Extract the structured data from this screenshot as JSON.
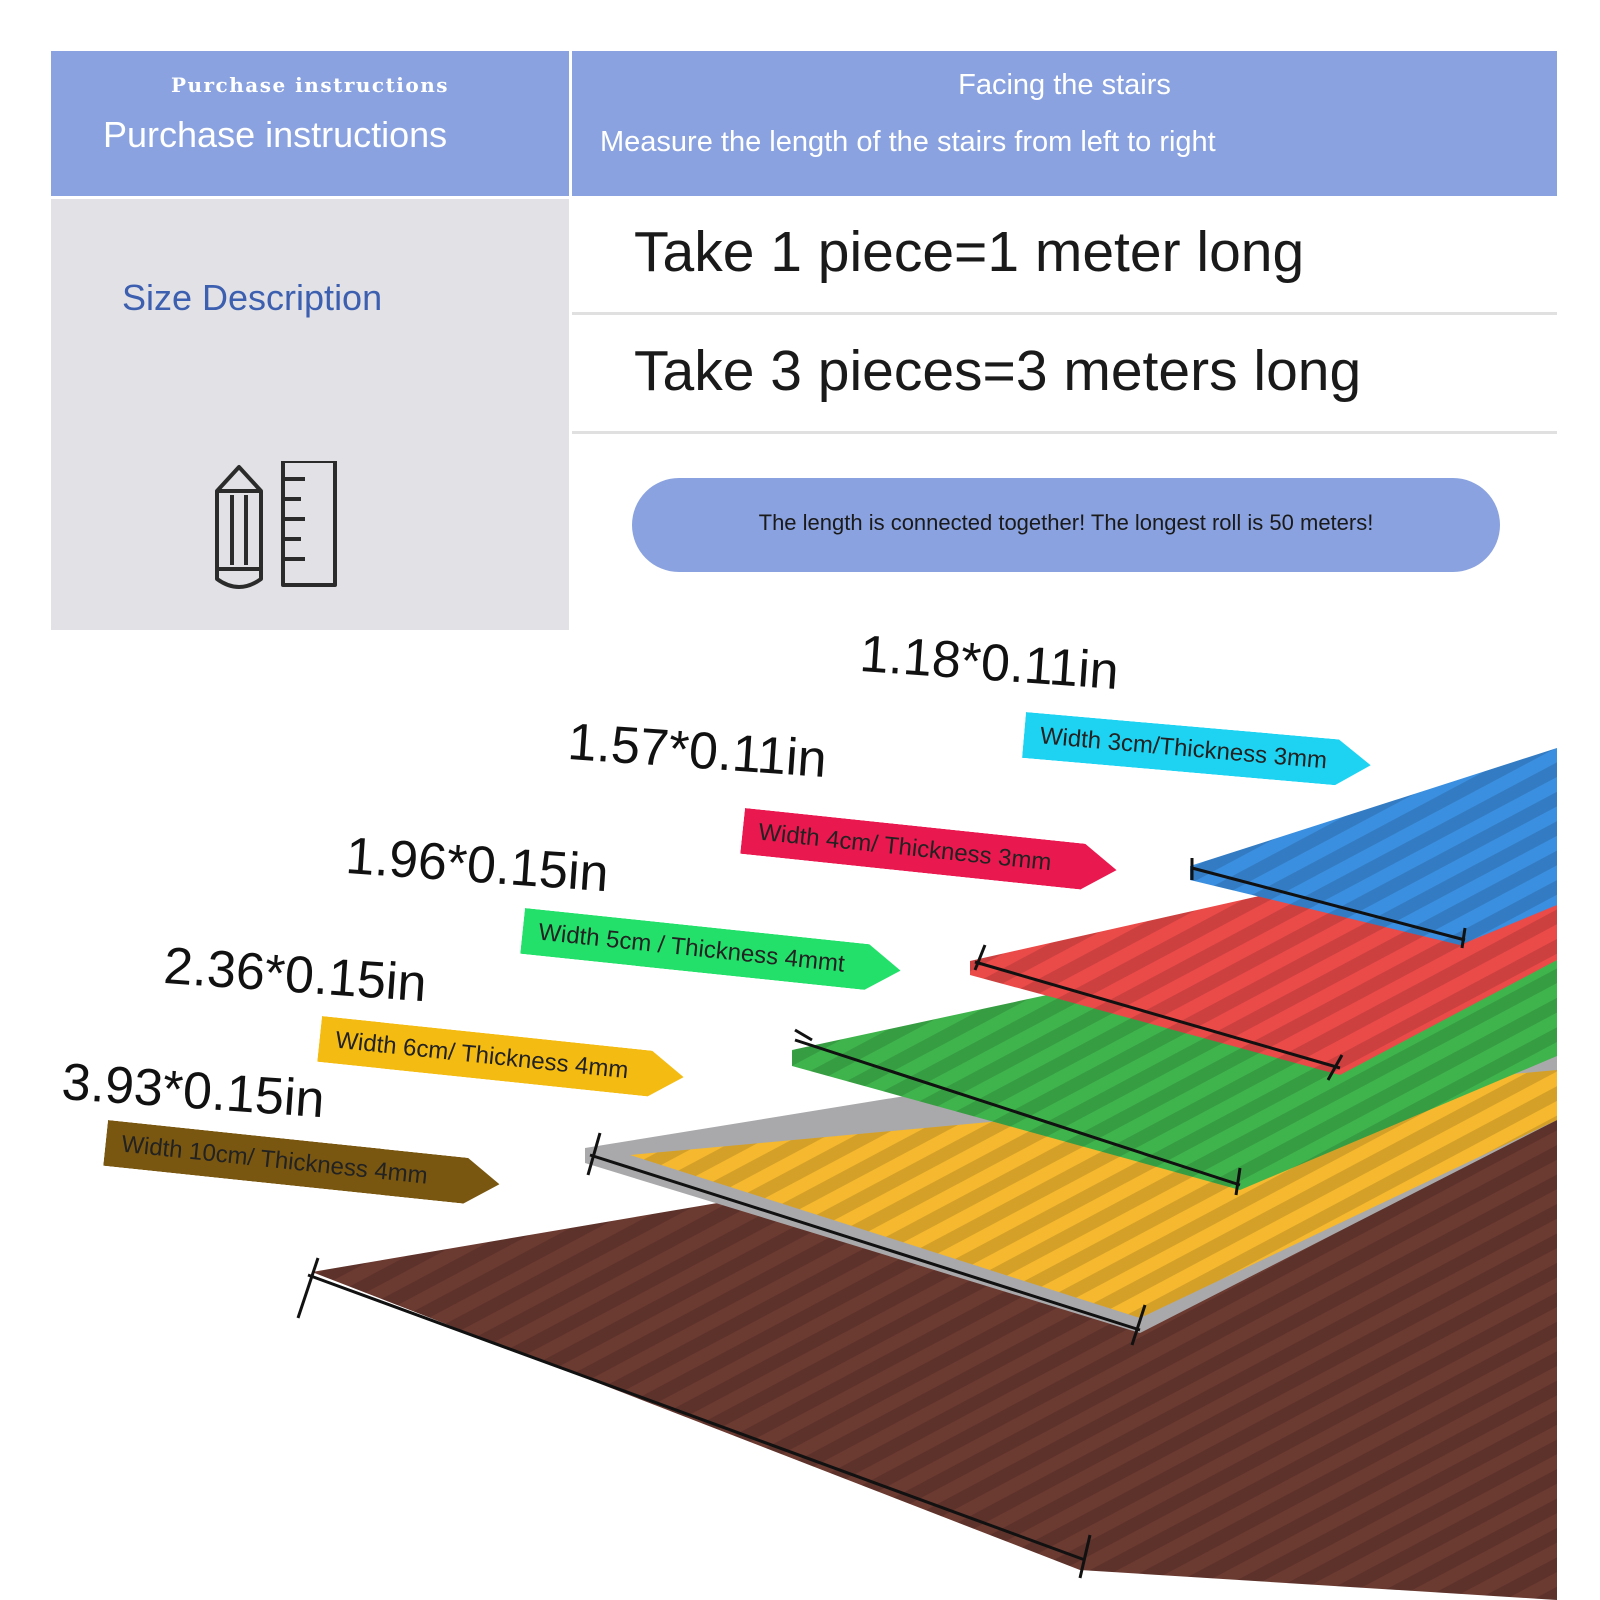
{
  "header": {
    "left_title_serif": "Purchase instructions",
    "left_title": "Purchase instructions",
    "right_title": "Facing the stairs",
    "right_subtitle": "Measure the length of the stairs from left to right"
  },
  "side_panel": {
    "label": "Size Description",
    "icon": "pencil-ruler-icon"
  },
  "rows": [
    {
      "text": "Take 1 piece=1 meter long"
    },
    {
      "text": "Take 3 pieces=3 meters long"
    }
  ],
  "note": "The length is connected together! The longest roll is 50 meters!",
  "sizes": [
    {
      "dimension": "1.18*0.11in",
      "tag": "Width 3cm/Thickness 3mm",
      "color": "#1ed3f2",
      "strip_color": "#3b8fe0"
    },
    {
      "dimension": "1.57*0.11in",
      "tag": "Width 4cm/ Thickness 3mm",
      "color": "#e9194f",
      "strip_color": "#ea4a48"
    },
    {
      "dimension": "1.96*0.15in",
      "tag": "Width 5cm / Thickness 4mmt",
      "color": "#23e06a",
      "strip_color": "#3fb44c"
    },
    {
      "dimension": "2.36*0.15in",
      "tag": "Width 6cm/ Thickness 4mm",
      "color": "#f4bb13",
      "strip_color": "#f5b82e"
    },
    {
      "dimension": "3.93*0.15in",
      "tag": "Width 10cm/ Thickness 4mm",
      "color": "#7a5710",
      "strip_color": "#6b3a31"
    }
  ],
  "colors": {
    "header_bg": "#8aa2df",
    "panel_bg": "#e2e2e6",
    "accent_text": "#3d5fb0",
    "gray_strip": "#a9a9ab"
  }
}
